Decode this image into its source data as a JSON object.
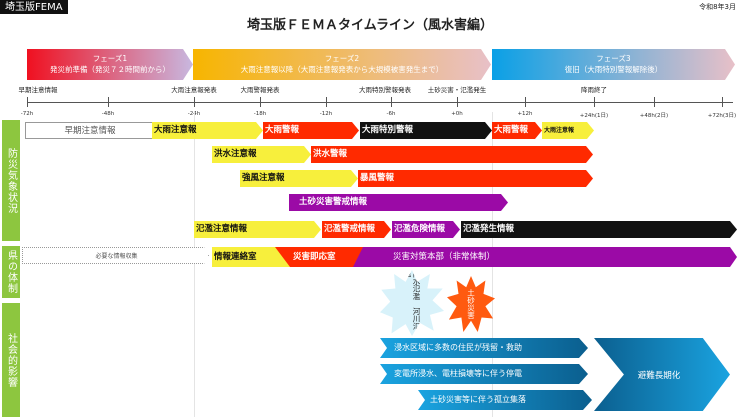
{
  "header": {
    "tag": "埼玉版FEMA",
    "date": "令和8年3月",
    "title": "埼玉版ＦＥＭＡタイムライン（風水害編）"
  },
  "phases": [
    {
      "name": "フェーズ1",
      "desc": "発災前準備（発災７２時間前から）"
    },
    {
      "name": "フェーズ2",
      "desc": "大雨注意報以降（大雨注意報発表から大規模被害発生まで）"
    },
    {
      "name": "フェーズ3",
      "desc": "復旧（大雨特別警報解除後）"
    }
  ],
  "axis": {
    "ticks": [
      "-72h",
      "-48h",
      "-24h",
      "-18h",
      "-12h",
      "-6h",
      "+0h",
      "+12h",
      "+24h(1日)",
      "+48h(2日)",
      "+72h(3日)"
    ],
    "events": [
      "早期注意情報",
      "大雨注意報発表",
      "大雨警報発表",
      "大雨特別警報発表",
      "土砂災害・氾濫発生",
      "降雨終了"
    ]
  },
  "sections": {
    "weather": "防災気象状況",
    "prefecture": "県の体制",
    "social": "社会的影響"
  },
  "weather_rows": [
    [
      "早期注意情報",
      "大雨注意報",
      "大雨警報",
      "大雨特別警報",
      "大雨警報",
      "大雨注意報"
    ],
    [
      "洪水注意報",
      "洪水警報"
    ],
    [
      "強風注意報",
      "暴風警報"
    ],
    [
      "土砂災害警戒情報"
    ],
    [
      "氾濫注意情報",
      "氾濫警戒情報",
      "氾濫危険情報",
      "氾濫発生情報"
    ]
  ],
  "prefecture_row": [
    "必要な情報収集",
    "情報連絡室",
    "災害即応室",
    "災害対策本部（非常体制）"
  ],
  "disasters": [
    "内水氾濫　河川氾濫",
    "土砂災害"
  ],
  "impacts": [
    "浸水区域に多数の住民が残留・救助",
    "変電所浸水、電柱損壊等に伴う停電",
    "土砂災害等に伴う孤立集落",
    "避難長期化"
  ],
  "colors": {
    "advisory": "#f7ef3c",
    "warning": "#ff2a00",
    "emergency": "#111111",
    "purple": "#9b0aa6",
    "section": "#8dc63f",
    "impact": "#1aa3e0"
  }
}
